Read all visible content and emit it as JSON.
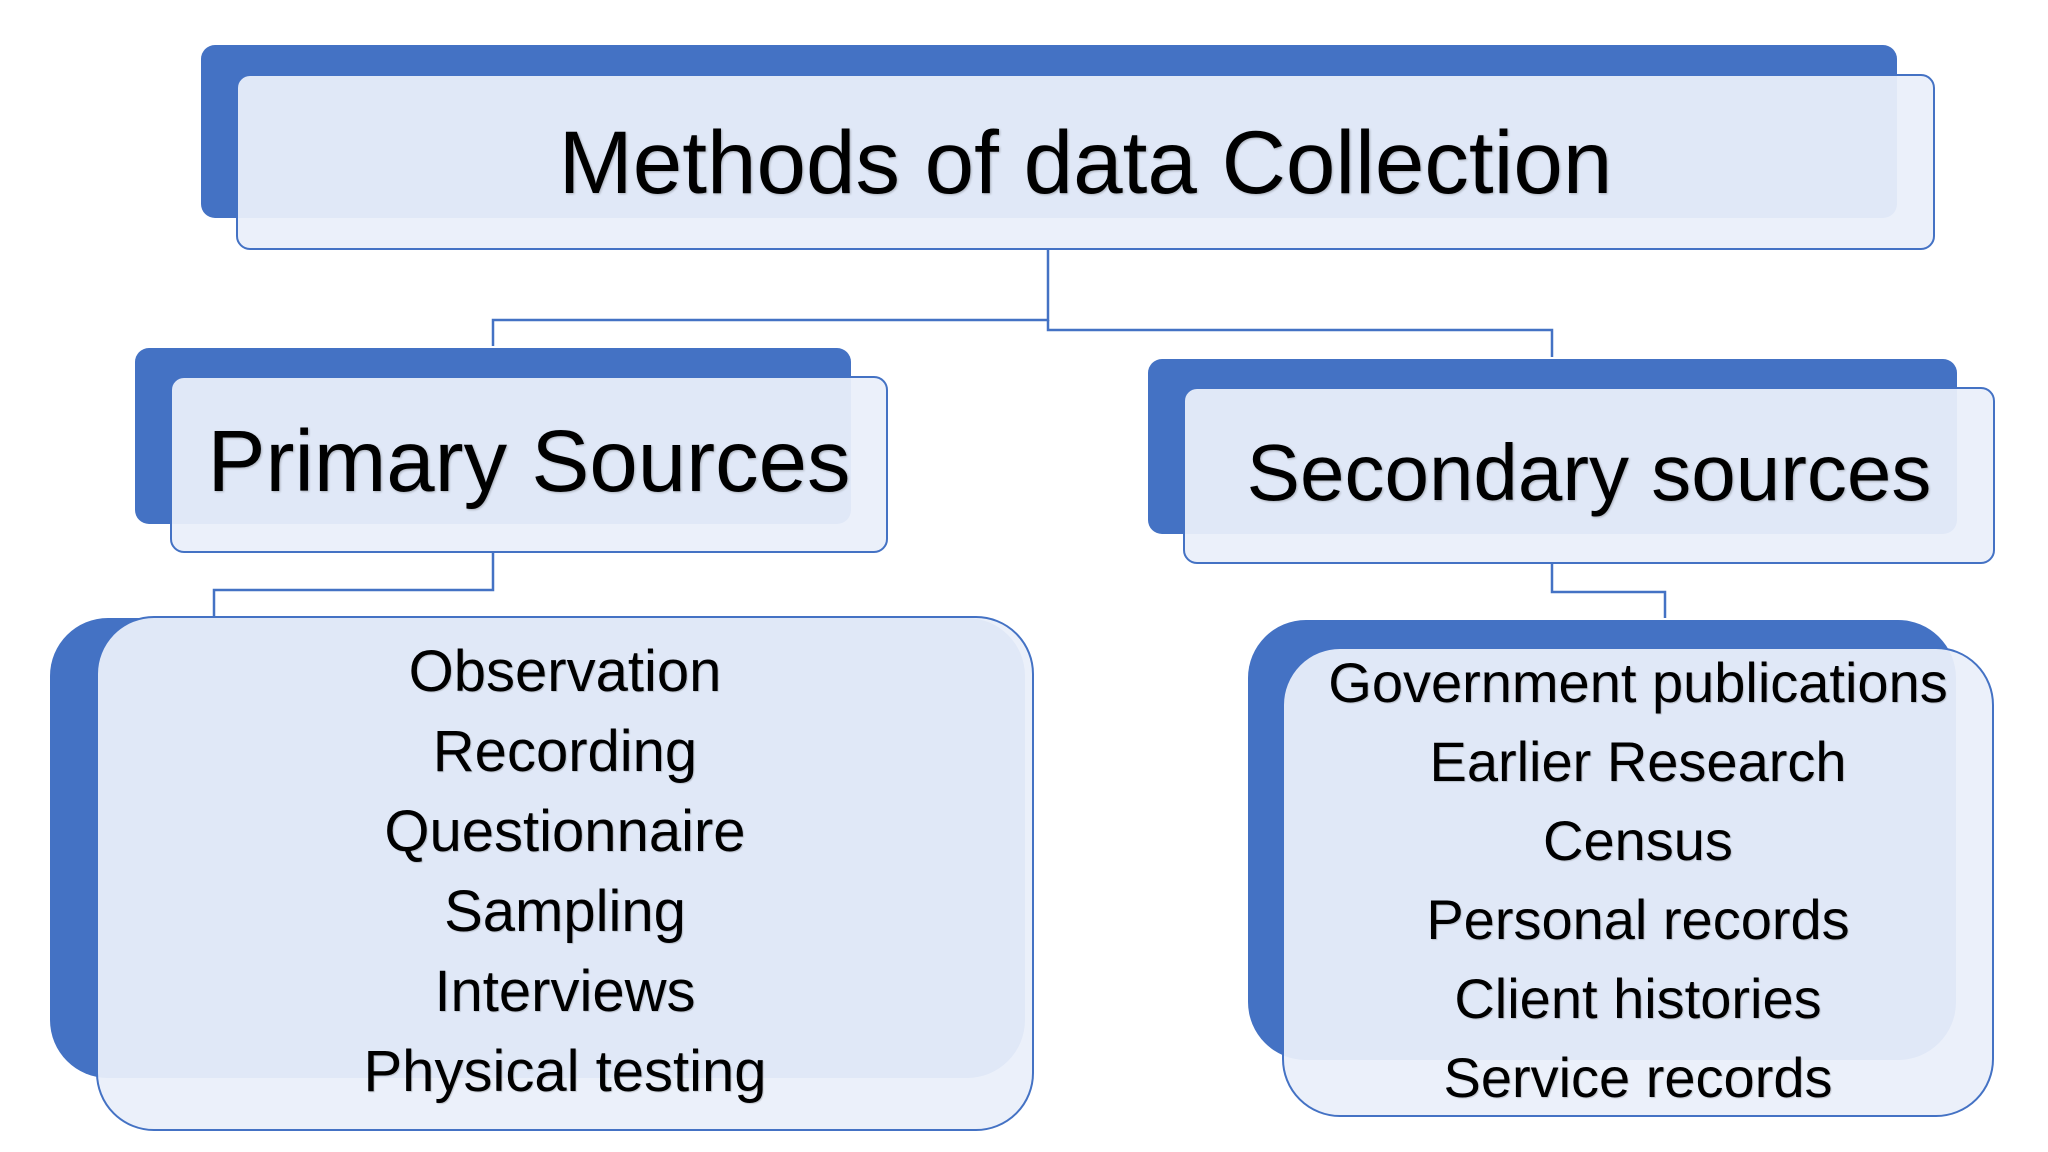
{
  "colors": {
    "accent": "#4472c4",
    "panel_fill": "#eaeffa",
    "text": "#000000"
  },
  "title": "Methods of data Collection",
  "primary": {
    "heading": "Primary Sources",
    "items": [
      "Observation",
      "Recording",
      "Questionnaire",
      "Sampling",
      "Interviews",
      "Physical testing"
    ]
  },
  "secondary": {
    "heading": "Secondary sources",
    "items": [
      "Government publications",
      "Earlier Research",
      "Census",
      "Personal records",
      "Client histories",
      "Service records"
    ]
  }
}
